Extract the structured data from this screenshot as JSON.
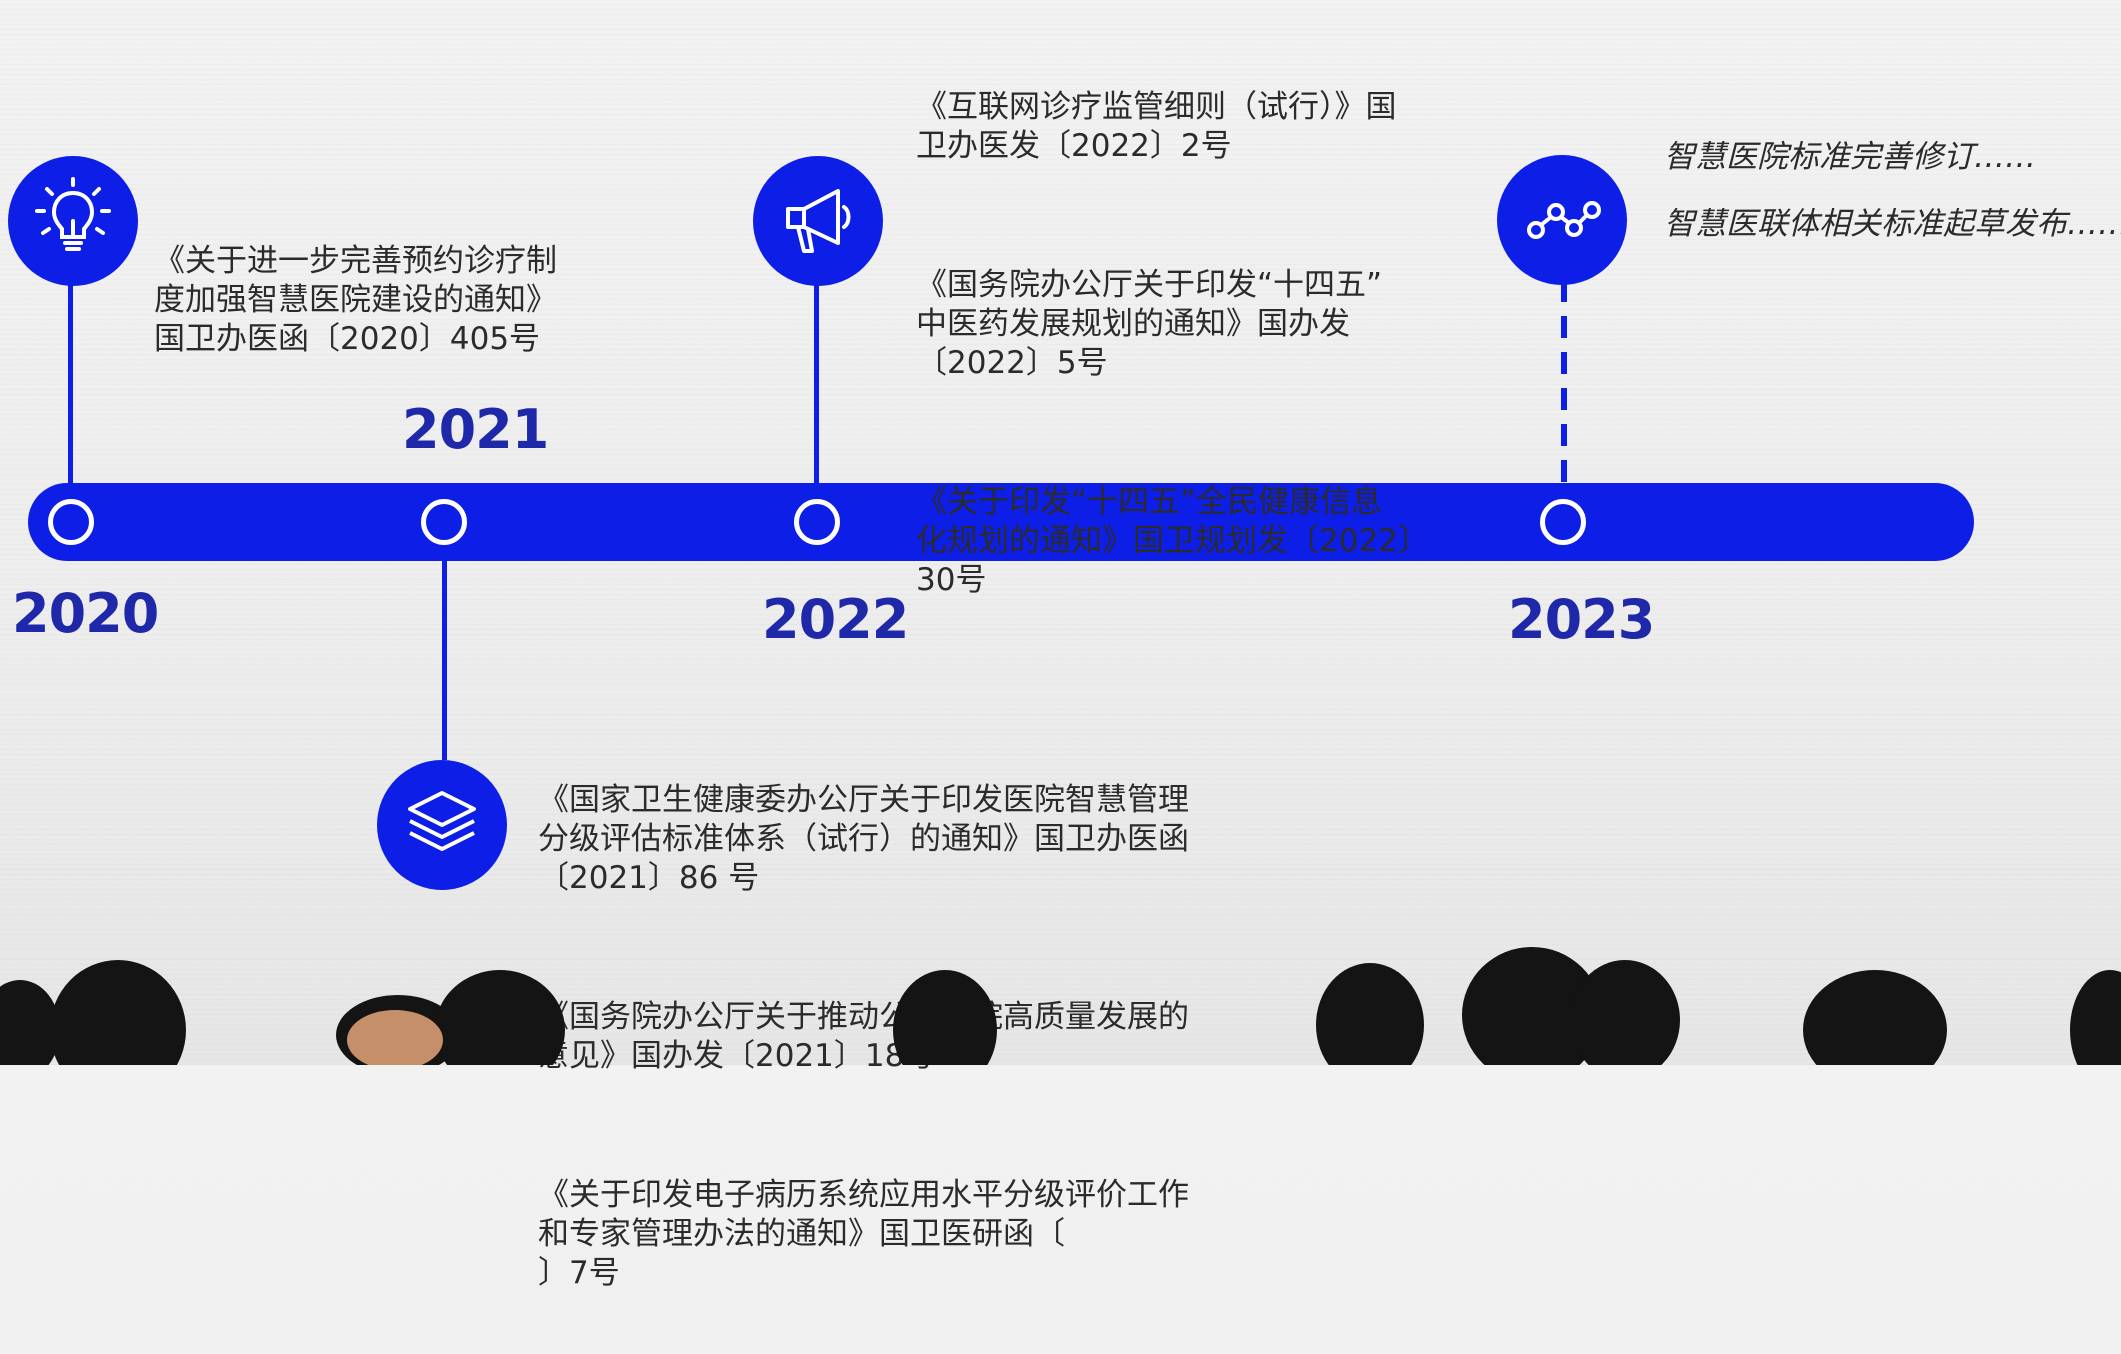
{
  "colors": {
    "timeline_blue": "#0d1ee6",
    "year_text": "#1e28a8",
    "body_text": "#2b2b2b"
  },
  "years": [
    "2020",
    "2021",
    "2022",
    "2023"
  ],
  "icons": [
    "lightbulb-icon",
    "layers-icon",
    "megaphone-icon",
    "line-chart-icon"
  ],
  "milestones": {
    "y2020": {
      "docs": [
        "《关于进一步完善预约诊疗制\n度加强智慧医院建设的通知》\n国卫办医函〔2020〕405号"
      ]
    },
    "y2021": {
      "docs": [
        "《国家卫生健康委办公厅关于印发医院智慧管理\n分级评估标准体系（试行）的通知》国卫办医函\n〔2021〕86 号",
        "《国务院办公厅关于推动公立医院高质量发展的\n意见》国办发〔2021〕18号",
        "《关于印发电子病历系统应用水平分级评价工作\n和专家管理办法的通知》国卫医研函〔\n〕7号"
      ]
    },
    "y2022": {
      "docs": [
        "《互联网诊疗监管细则（试行）》国\n卫办医发〔2022〕2号",
        "《国务院办公厅关于印发“十四五”\n中医药发展规划的通知》国办发\n〔2022〕5号",
        "《关于印发“十四五”全民健康信息\n化规划的通知》国卫规划发〔2022〕\n30号"
      ]
    },
    "y2023": {
      "notes": [
        "智慧医院标准完善修订……",
        "智慧医联体相关标准起草发布……"
      ]
    }
  }
}
